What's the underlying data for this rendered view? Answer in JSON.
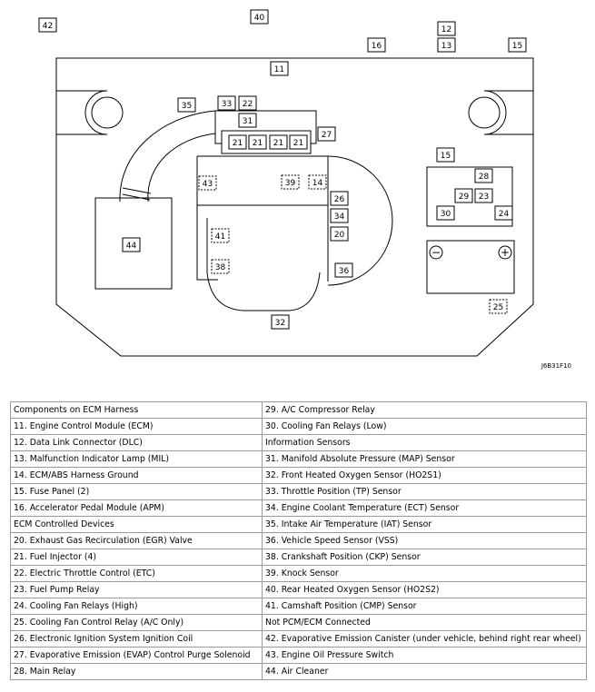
{
  "figure_code": "J6B31F10",
  "callouts": {
    "c11": "11",
    "c12": "12",
    "c13": "13",
    "c14": "14",
    "c15a": "15",
    "c15b": "15",
    "c16": "16",
    "c20": "20",
    "c21a": "21",
    "c21b": "21",
    "c21c": "21",
    "c21d": "21",
    "c22": "22",
    "c23": "23",
    "c24": "24",
    "c25": "25",
    "c26": "26",
    "c27": "27",
    "c28": "28",
    "c29": "29",
    "c30": "30",
    "c31": "31",
    "c32": "32",
    "c33": "33",
    "c34": "34",
    "c35": "35",
    "c36": "36",
    "c38": "38",
    "c39": "39",
    "c40": "40",
    "c41": "41",
    "c42": "42",
    "c43": "43",
    "c44": "44"
  },
  "battery": {
    "negative": "−",
    "positive": "+"
  },
  "legend_rows": [
    {
      "left": "Components on ECM Harness",
      "right": "29.  A/C Compressor Relay"
    },
    {
      "left": "11.  Engine Control Module (ECM)",
      "right": "30.  Cooling Fan Relays (Low)"
    },
    {
      "left": "12.  Data Link Connector (DLC)",
      "right": "Information Sensors"
    },
    {
      "left": "13.  Malfunction Indicator Lamp (MIL)",
      "right": "31.  Manifold Absolute Pressure (MAP) Sensor"
    },
    {
      "left": "14.  ECM/ABS Harness Ground",
      "right": "32.  Front Heated Oxygen Sensor (HO2S1)"
    },
    {
      "left": "15.  Fuse Panel (2)",
      "right": "33.  Throttle Position (TP) Sensor"
    },
    {
      "left": "16.  Accelerator Pedal Module (APM)",
      "right": "34.  Engine Coolant Temperature (ECT) Sensor"
    },
    {
      "left": "ECM Controlled Devices",
      "right": "35.  Intake Air Temperature (IAT) Sensor"
    },
    {
      "left": "20.  Exhaust Gas Recirculation (EGR) Valve",
      "right": "36.  Vehicle Speed Sensor (VSS)"
    },
    {
      "left": "21.  Fuel Injector (4)",
      "right": "38.  Crankshaft Position (CKP) Sensor"
    },
    {
      "left": "22.  Electric Throttle Control (ETC)",
      "right": "39.  Knock Sensor"
    },
    {
      "left": "23.  Fuel Pump Relay",
      "right": "40.  Rear Heated Oxygen Sensor (HO2S2)"
    },
    {
      "left": "24.  Cooling Fan Relays (High)",
      "right": "41.  Camshaft Position (CMP) Sensor"
    },
    {
      "left": "25.  Cooling Fan Control Relay (A/C Only)",
      "right": "Not PCM/ECM Connected"
    },
    {
      "left": "26.  Electronic Ignition System Ignition Coil",
      "right": "42.  Evaporative Emission Canister (under vehicle, behind right rear wheel)"
    },
    {
      "left": "27.  Evaporative Emission (EVAP) Control Purge Solenoid",
      "right": "43.  Engine Oil Pressure Switch"
    },
    {
      "left": "28.  Main Relay",
      "right": "44.  Air Cleaner"
    }
  ]
}
